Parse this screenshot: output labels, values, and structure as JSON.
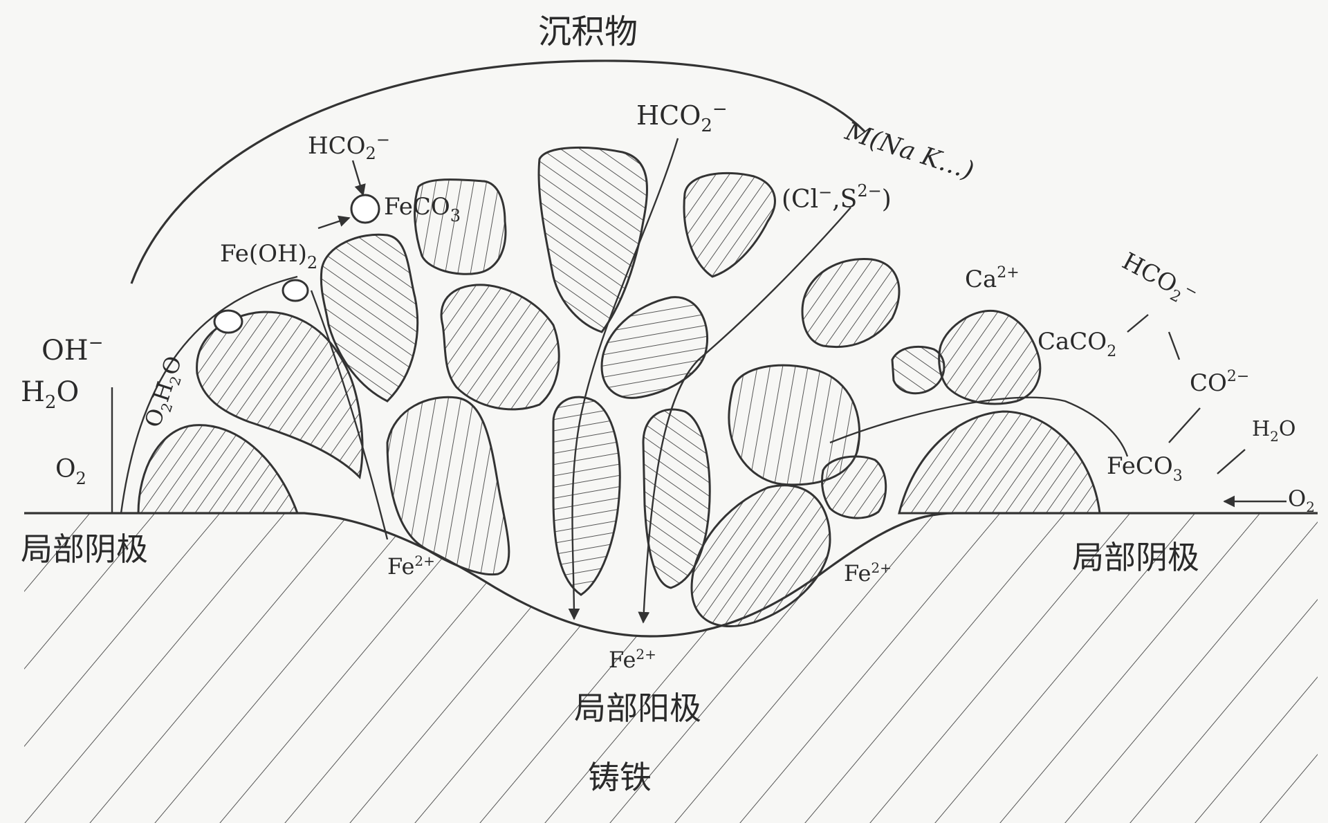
{
  "labels": {
    "deposit": "沉积物",
    "hco2_top": "HCO",
    "hco2_top_sub": "2",
    "hco2_top_sup": "−",
    "m_ions": "M",
    "m_ions_rest": "(Na",
    "m_ions_k": "K",
    "m_ions_end": "…)",
    "cl_s": "(Cl",
    "cl_s_2": ",S",
    "cl_s_end": ")",
    "hco2_left": "HCO",
    "feco3_left": "FeCO",
    "feoh2": "Fe(OH)",
    "ca": "Ca",
    "ca_sup": "2+",
    "hco2_right": "HCO",
    "caco2": "CaCO",
    "co2": "CO",
    "co2_sup": "2−",
    "h2o_right": "H",
    "feco3_right": "FeCO",
    "o2_right": "O",
    "oh": "OH",
    "h2o_left": "H",
    "o2_left": "O",
    "o2h2o": "O",
    "o2h2o_mid": "H",
    "o2h2o_end": "O",
    "cathode_left": "局部阴极",
    "cathode_right": "局部阴极",
    "anode_bottom": "局部阳极",
    "fe_left": "Fe",
    "fe_right": "Fe",
    "fe_bottom": "Fe",
    "fe_sup": "2+",
    "cast_iron": "铸铁"
  }
}
